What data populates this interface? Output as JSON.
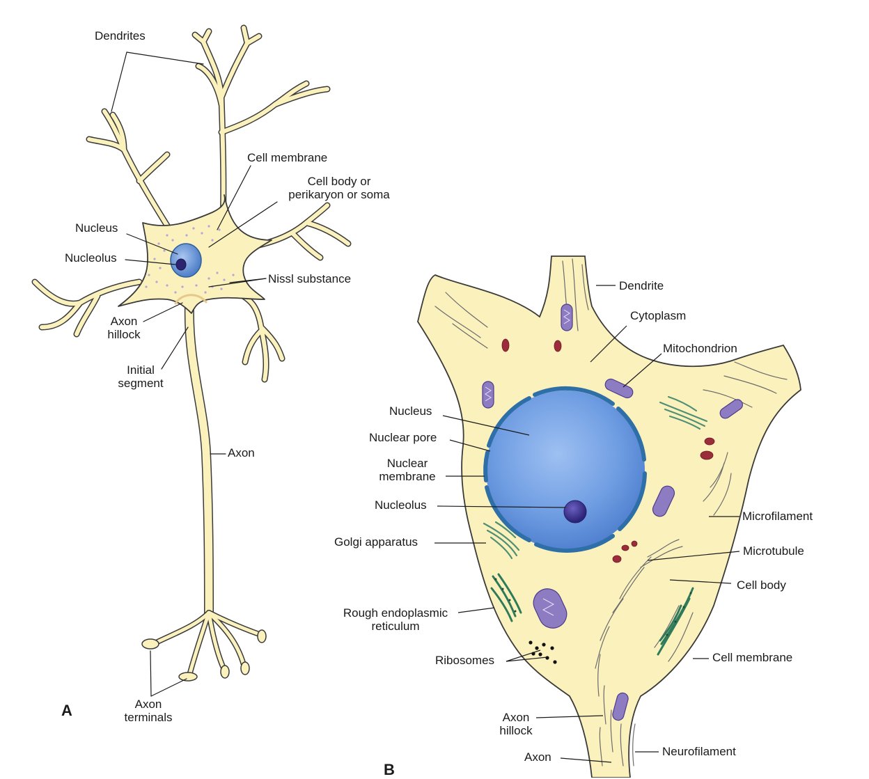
{
  "panel_a": {
    "letter": "A",
    "labels": {
      "dendrites": "Dendrites",
      "cell_membrane": "Cell membrane",
      "cell_body_1": "Cell body or",
      "cell_body_2": "perikaryon or soma",
      "nucleus": "Nucleus",
      "nucleolus": "Nucleolus",
      "nissl": "Nissl substance",
      "axon_hillock_1": "Axon",
      "axon_hillock_2": "hillock",
      "initial_1": "Initial",
      "initial_2": "segment",
      "axon": "Axon",
      "terminals_1": "Axon",
      "terminals_2": "terminals"
    }
  },
  "panel_b": {
    "letter": "B",
    "labels": {
      "dendrite": "Dendrite",
      "cytoplasm": "Cytoplasm",
      "mitochondrion": "Mitochondrion",
      "nucleus": "Nucleus",
      "nuclear_pore": "Nuclear pore",
      "nuclear_membrane_1": "Nuclear",
      "nuclear_membrane_2": "membrane",
      "nucleolus": "Nucleolus",
      "golgi": "Golgi apparatus",
      "microfilament": "Microfilament",
      "microtubule": "Microtubule",
      "cell_body": "Cell body",
      "rough_er_1": "Rough endoplasmic",
      "rough_er_2": "reticulum",
      "ribosomes": "Ribosomes",
      "cell_membrane": "Cell membrane",
      "axon_hillock_1": "Axon",
      "axon_hillock_2": "hillock",
      "axon": "Axon",
      "neurofilament": "Neurofilament"
    }
  },
  "colors": {
    "cytoplasm": "#fbf1bd",
    "outline": "#3a3a3a",
    "nucleus": "#6d9be0",
    "nuclear_membrane": "#2f6fa8",
    "nucleolus": "#3a2f8c",
    "mitochondrion": "#8e7cc3",
    "golgi": "#4f8f74",
    "vesicle": "#9b2d3a",
    "nissl": "#b8a6d8"
  }
}
